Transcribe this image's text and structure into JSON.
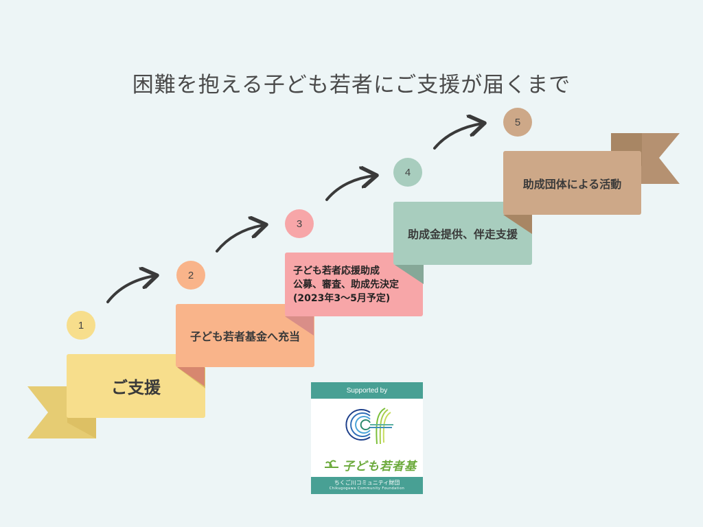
{
  "title": "困難を抱える子ども若者にご支援が届くまで",
  "steps": [
    {
      "number": "1",
      "label": "ご支援",
      "color": "#f7de8c",
      "circle_color": "#f7de8c",
      "fold_color": "#ddc064",
      "ribbon_color": "#e6cc73"
    },
    {
      "number": "2",
      "label": "子ども若者基金へ充当",
      "color": "#f9b48a",
      "circle_color": "#f9b48a",
      "fold_color": "#d7876f"
    },
    {
      "number": "3",
      "label_lines": [
        "子ども若者応援助成",
        "公募、審査、助成先決定",
        "(2023年3〜5月予定)"
      ],
      "color": "#f7a6a8",
      "circle_color": "#f7a6a8",
      "fold_color": "#d98e88"
    },
    {
      "number": "4",
      "label": "助成金提供、伴走支援",
      "color": "#a8cdbe",
      "circle_color": "#a8cdbe",
      "fold_color": "#86a898"
    },
    {
      "number": "5",
      "label": "助成団体による活動",
      "color": "#cda888",
      "circle_color": "#cda888",
      "fold_color": "#a88664",
      "ribbon_color": "#b59171"
    }
  ],
  "logo": {
    "supported_by": "Supported by",
    "fund_name": "子ども若者基金",
    "foundation_jp": "ちくご川コミュニティ財団",
    "foundation_en": "Chikugogawa Community Foundation",
    "band_color": "#48a094"
  }
}
